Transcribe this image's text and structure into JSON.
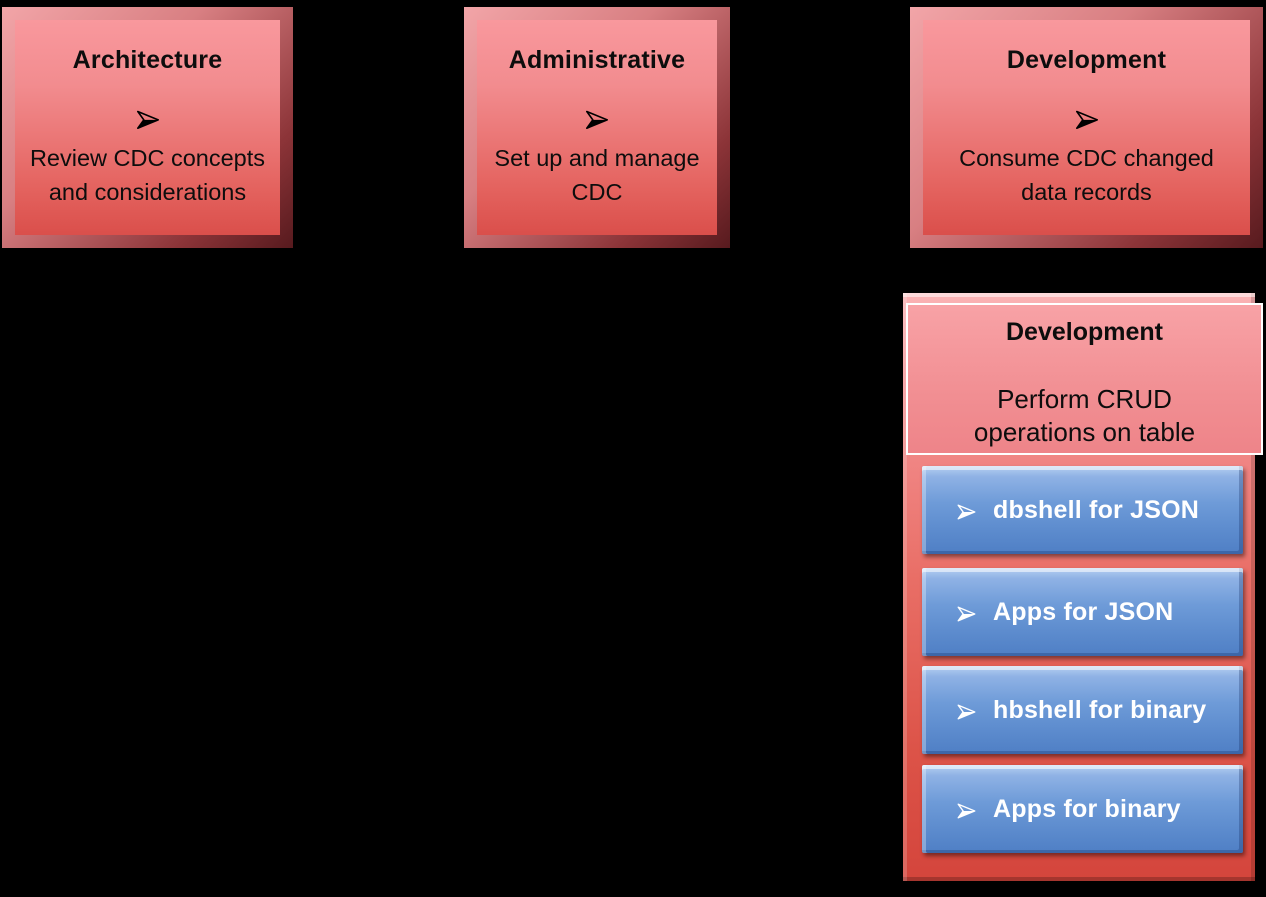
{
  "top_boxes": [
    {
      "title": "Architecture",
      "description": "Review CDC concepts and considerations"
    },
    {
      "title": "Administrative",
      "description": "Set up and manage CDC"
    },
    {
      "title": "Development",
      "description": "Consume CDC changed data records"
    }
  ],
  "panel": {
    "title": "Development",
    "subtitle": "Perform CRUD operations on table",
    "buttons": [
      {
        "label": "dbshell for JSON"
      },
      {
        "label": "Apps for JSON"
      },
      {
        "label": "hbshell for binary"
      },
      {
        "label": "Apps for binary"
      }
    ]
  },
  "colors": {
    "background": "#000000",
    "red_box_top": "#F9989D",
    "red_box_bottom": "#DA4F4B",
    "red_bevel_dark": "#571A1E",
    "panel_top": "#FAB3B5",
    "panel_bottom": "#D4453C",
    "header_border": "#FFFFFF",
    "blue_button_top": "#B7D0F1",
    "blue_button_bottom": "#4F7FC5",
    "button_text": "#FFFFFF",
    "box_text": "#0D0D0D"
  }
}
